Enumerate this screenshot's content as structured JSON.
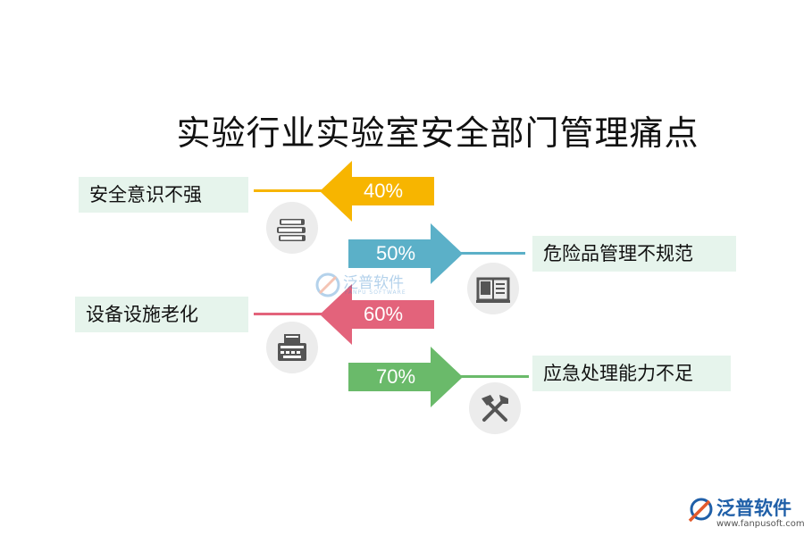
{
  "title": "实验行业实验室安全部门管理痛点",
  "items": [
    {
      "label": "安全意识不强",
      "percent": "40%",
      "color": "#f7b500",
      "icon": "books-icon"
    },
    {
      "label": "危险品管理不规范",
      "percent": "50%",
      "color": "#5bb0c8",
      "icon": "book-open-icon"
    },
    {
      "label": "设备设施老化",
      "percent": "60%",
      "color": "#e3637b",
      "icon": "typewriter-icon"
    },
    {
      "label": "应急处理能力不足",
      "percent": "70%",
      "color": "#6aba6a",
      "icon": "tools-icon"
    }
  ],
  "watermark": {
    "text": "泛普软件",
    "sub": "FANPU SOFTWARE"
  },
  "logo": {
    "text": "泛普软件",
    "url": "www.fanpusoft.com"
  }
}
